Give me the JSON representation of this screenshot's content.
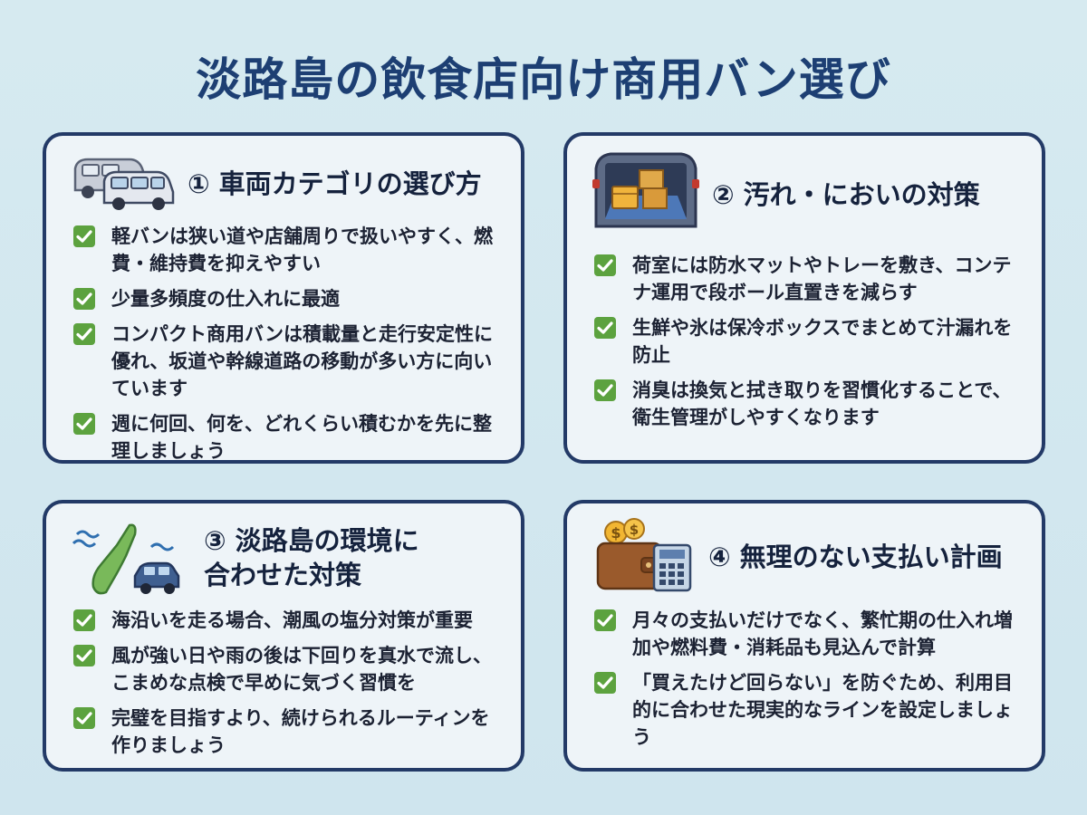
{
  "title": "淡路島の飲食店向け商用バン選び",
  "colors": {
    "title": "#1d3f73",
    "card_border": "#233a67",
    "card_bg": "#eef4f8",
    "check": "#5ca23f",
    "background": "#d6eaf0"
  },
  "cards": [
    {
      "heading": "① 車両カテゴリの選び方",
      "icon": "vans-icon",
      "items": [
        "軽バンは狭い道や店舗周りで扱いやすく、燃費・維持費を抑えやすい",
        "少量多頻度の仕入れに最適",
        "コンパクト商用バンは積載量と走行安定性に優れ、坂道や幹線道路の移動が多い方に向いています",
        "週に何回、何を、どれくらい積むかを先に整理しましょう"
      ]
    },
    {
      "heading": "② 汚れ・においの対策",
      "icon": "cargo-area-icon",
      "items": [
        "荷室には防水マットやトレーを敷き、コンテナ運用で段ボール直置きを減らす",
        "生鮮や氷は保冷ボックスでまとめて汁漏れを防止",
        "消臭は換気と拭き取りを習慣化することで、衛生管理がしやすくなります"
      ]
    },
    {
      "heading": "③ 淡路島の環境に合わせた対策",
      "icon": "island-car-icon",
      "items": [
        "海沿いを走る場合、潮風の塩分対策が重要",
        "風が強い日や雨の後は下回りを真水で流し、こまめな点検で早めに気づく習慣を",
        "完璧を目指すより、続けられるルーティンを作りましょう"
      ]
    },
    {
      "heading": "④ 無理のない支払い計画",
      "icon": "wallet-calculator-icon",
      "items": [
        "月々の支払いだけでなく、繁忙期の仕入れ増加や燃料費・消耗品も見込んで計算",
        "「買えたけど回らない」を防ぐため、利用目的に合わせた現実的なラインを設定しましょう"
      ]
    }
  ]
}
